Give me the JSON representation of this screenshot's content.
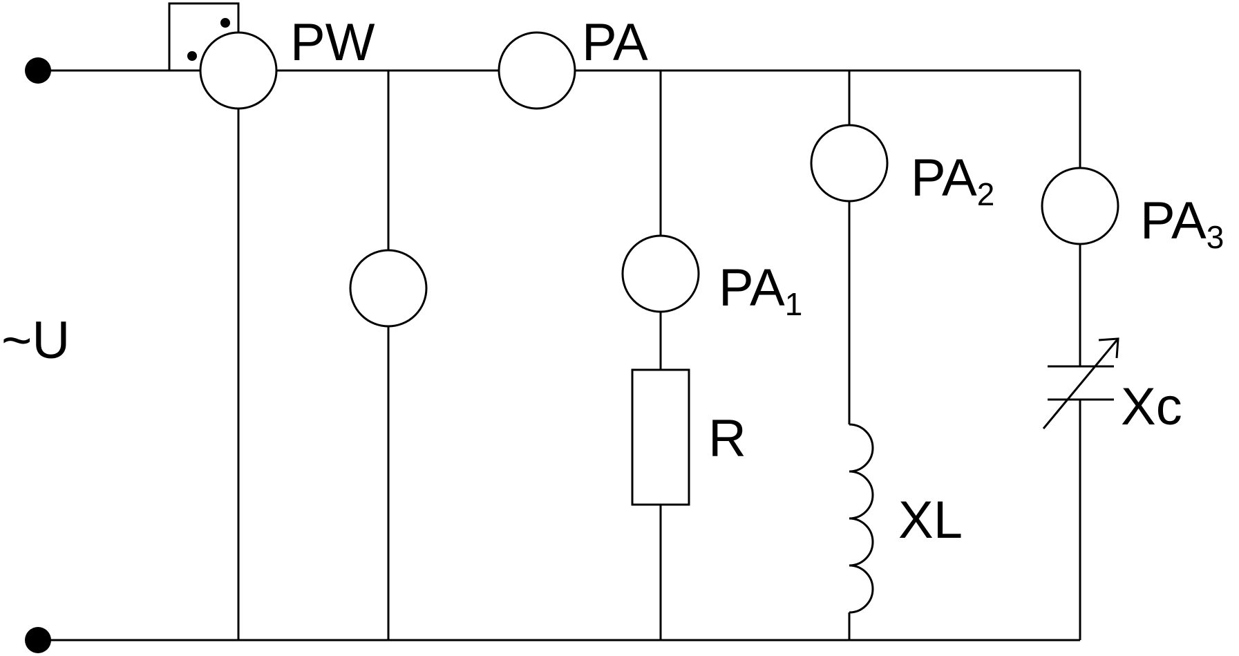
{
  "diagram": {
    "source_label": "~U",
    "wattmeter": {
      "prefix": "PW"
    },
    "ammeter_main": {
      "prefix": "PA"
    },
    "ammeter_1": {
      "prefix": "PA",
      "sub": "1"
    },
    "ammeter_2": {
      "prefix": "PA",
      "sub": "2"
    },
    "ammeter_3": {
      "prefix": "PA",
      "sub": "3"
    },
    "resistor": {
      "label": "R"
    },
    "inductor": {
      "label": "XL"
    },
    "capacitor": {
      "label": "Xc"
    }
  }
}
